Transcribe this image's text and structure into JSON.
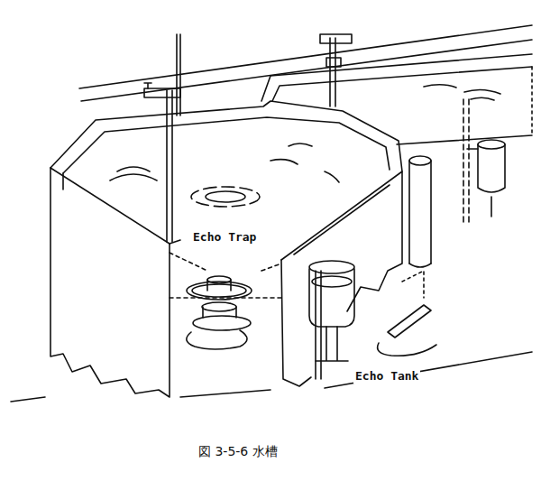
{
  "diagram": {
    "caption": "図 3-5-6 水槽",
    "labels": [
      "Echo Trap",
      "Echo Tank"
    ]
  }
}
